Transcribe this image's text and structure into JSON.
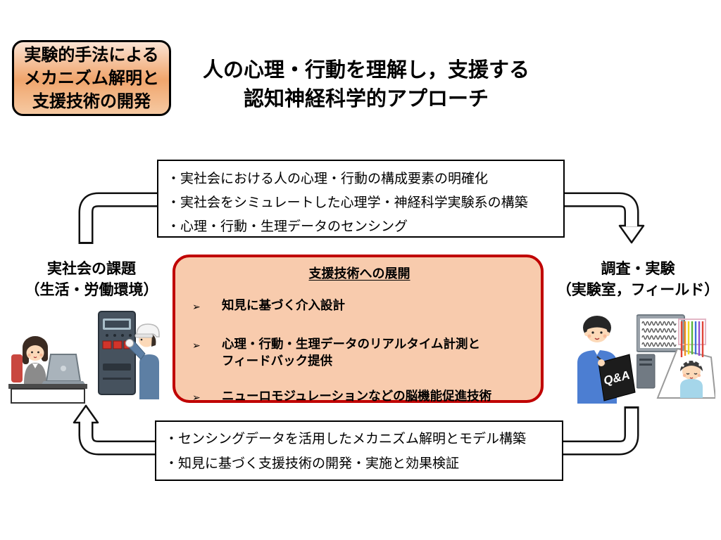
{
  "badge": {
    "line1": "実験的手法による",
    "line2": "メカニズム解明と",
    "line3": "支援技術の開発"
  },
  "title": {
    "line1": "人の心理・行動を理解し，支援する",
    "line2": "認知神経科学的アプローチ"
  },
  "top_box": {
    "bullets": [
      "・実社会における人の心理・行動の構成要素の明確化",
      "・実社会をシミュレートした心理学・神経科学実験系の構築",
      "・心理・行動・生理データのセンシング"
    ]
  },
  "left_label": {
    "line1": "実社会の課題",
    "line2": "（生活・労働環境）"
  },
  "right_label": {
    "line1": "調査・実験",
    "line2": "（実験室，フィールド）"
  },
  "center_box": {
    "title": "支援技術への展開",
    "marker": "➢",
    "bullets": [
      "知見に基づく介入設計",
      "心理・行動・生理データのリアルタイム計測と\nフィードバック提供",
      "ニューロモジュレーションなどの脳機能促進技術"
    ]
  },
  "bottom_box": {
    "bullets": [
      "・センシングデータを活用したメカニズム解明とモデル構築",
      "・知見に基づく支援技術の開発・実施と効果検証"
    ]
  },
  "illustrations": {
    "left_1": "office-worker-at-laptop",
    "left_2": "factory-worker-at-control-panel",
    "right_1": "researcher-with-qa-board",
    "right_2": "eeg-experiment-participant",
    "qa_board_label": "Q&A"
  },
  "colors": {
    "center_border": "#C00000",
    "center_fill": "#F8CBAD",
    "badge_gradient_top": "#FBE3D3",
    "badge_gradient_mid": "#F0A56C",
    "badge_gradient_bottom": "#F6C9A2",
    "arrow_outline": "#111111",
    "box_border": "#000000"
  }
}
